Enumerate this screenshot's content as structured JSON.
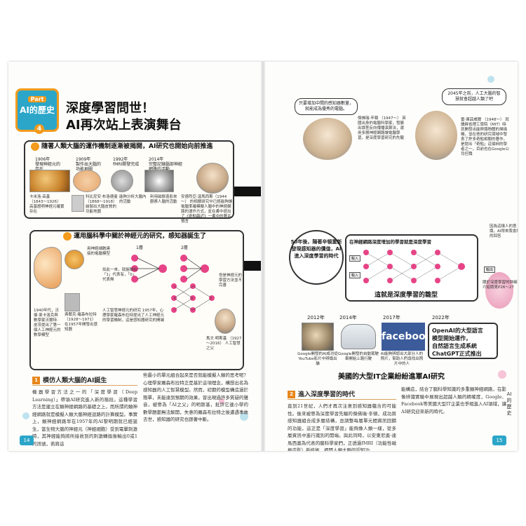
{
  "left": {
    "part_badge": {
      "label": "Part",
      "title": "AI的歷史",
      "num": "4"
    },
    "title_line1": "深度學習問世！",
    "title_line2": "AI再次站上表演舞台",
    "box1": {
      "heading": "隨著人類大腦的運作機制逐漸被揭開，AI研究也開始向前推進",
      "timeline": [
        {
          "year": "1906年",
          "text": "發現神經元的存在"
        },
        {
          "year": "1909年",
          "text": "製作出大腦的功能地圖"
        },
        {
          "year": "1992年",
          "text": "fMRI開發完成"
        },
        {
          "year": "2014年",
          "text": "完整記錄腦部神經網路的活動"
        }
      ],
      "cajal": "卡米洛·高基\n（1843～1926）\n\n高基證明神經元確實存在",
      "brodmann": "科比尼安·布洛德曼\n（1868～1918）\n繪製出大腦皮質的功能地圖",
      "fmri_cap": "能夠分析大腦內的活動",
      "fmri_note": "利用磁振造影來觀察人腦的活動",
      "kurzweil": "安德烈亞·溫馬西斯（1944～）\n的相關研究中已經能夠讓電腦準確模擬人腦中的神經網路的運作方式，並在書中提出了《奇點臨近》一書中的著名預言",
      "kurzweil_cap": "安德烈亞·溫馬西斯（1944～）"
    },
    "box2": {
      "heading": "運用腦科學中關於神經元的研究，感知器誕生了",
      "neuron_note": "用神經細胞連接的電腦模型",
      "mcculloch": "1940年代，沃倫·麥卡洛克與數學家沃爾特·皮茨提出了第一個人工神經元的數學模型",
      "rosenblatt": "弗蘭克·羅森布拉特\n（1928～1971）\n在1957年開發出感知器",
      "perceptron_steps": [
        "1層",
        "2層"
      ],
      "perceptron_note1": "如此一來，就能輸出「1」代表有，「0」代表無",
      "perceptron_note2": "人工智慧神經元的研究\n1957年，心理學家羅森布拉特提出了人工神經元的學習機制，這是感知器研究的開端",
      "minsky_note": "但是神經元的學習方法並不完善",
      "minsky": "馬文·明斯基\n（1927～2016）\n人工智慧之父"
    },
    "section": {
      "badge": "1",
      "heading": "模仿人類大腦的AI誕生",
      "col1": "機器學習方法之一的「深度學習（Deep Learning）」帶領AI研究進入新的階段。這種學習方法是建立在類神經網路的基礎之上，而所謂的類神經網路就是模擬人類大腦神經迴路的計算模型。事實上，類神經網路早在1957年的AI黎明期就已經誕生，當生物大腦的神經元（神經細胞）受到電擊刺激時，其神經能夠將所接收到的刺激轉換後輸出0或1的訊號，若將這",
      "col2": "些最小的單元組合起來是否就能模擬人類的思考呢？心理學家羅森布拉特正是基於這項理念，構想出名為感知器的人工智慧模型。然而，初期的模型構造過於簡單，未能達到預期的效果，曾出現過許多質疑的聲音，被譽為「AI之父」的明斯基，批評它連小學的數學題都無法解開，失意的羅森布拉特之後遭遇事故去世，感知器的研究也跟著中斷。"
    },
    "page_num": "14"
  },
  "right": {
    "hinton_speech": "只要增加中間的感知器數量，就能成為優秀的電腦。",
    "hinton_cap": "傑佛瑞·辛頓\n（1947～）\n英國出身的電腦科學家，發展出誤差反向傳播演算法，運用多層神經網路讓電腦學習，是深度學習研究的先驅",
    "kurzweil_speech": "2045年之前，人工大腦的智慧就會超越人類了吧",
    "kurzweil_cap": "雷·庫茲威爾\n（1948～）\n就讀麻省理工學院（MIT）時就開發出能辨識物體的掃描機，並在他的研究領域中發表了許多奇點相關的著作，是提出「奇點」這個詞的學者之一，目前也在Google公司任職",
    "circle_text": "50年後，陽著辛頓重新發現感知器的價值，AI進入深度學習的時代",
    "nn_title": "在神經網路深度增加的學習就是深度學習",
    "nn_input": "輸入",
    "nn_output": "輸出",
    "nn_sub": "這就是深度學習的雛型",
    "brain_note": "因為這樣人的意識，AI得來我會說的回答",
    "brain_note2": "關於深度學習的詳細介紹請見P26～27",
    "timeline": [
      {
        "year": "2012年",
        "cap": "Google開發的AI成功從YouTube影片中辨識出貓"
      },
      {
        "year": "2014年",
        "cap": "Google開發的自動駕駛車開始上路行駛"
      },
      {
        "year": "2017年",
        "cap": "AI能夠辨認出大部分人的照片，幫助人們尋找出照片中的人"
      },
      {
        "year": "2022年",
        "cap": "OpenAI的大型語言模型開始運作，自然語言生成系統ChatGPT正式推出"
      }
    ],
    "facebook_logo": "facebook",
    "openai_line1": "OpenAI的大型語言",
    "openai_line2": "模型開始運作，",
    "openai_line3": "自然語言生成系統",
    "openai_line4": "ChatGPT正式推出",
    "big_label": "美國的大型IT企業紛紛進軍AI研究",
    "section": {
      "badge": "2",
      "heading": "進入深度學習的時代",
      "col1": "直到21世紀，人們才再次注意到感知器蘊含的可能性。後來被譽為深度學習先驅的傑佛瑞·辛頓，成功將感知器組合成多層結構，並調整每層單元間資訊回饋的功能，這正是「深度學習」能夠像人類一樣，從多層資訊中進行識別的開端。與此同時，以安東尼奧·達馬西奧為代表的腦科學家們，正透過fMRI（功能性磁振造影）新技術，揭開人類大腦的認知功",
      "col2": "能構造，結合了腦科學知識的多重類神經網路，在影像辨識實驗中展現出超越人類的精確度，Google、Facebook等美國大型IT企業也爭相進入AI領域，讓AI研究迎來新的時代。"
    },
    "side_tab": "AI的歷史",
    "page_num": "15"
  },
  "colors": {
    "accent_orange": "#f29b1d",
    "accent_blue": "#2ba6c8",
    "node_pink": "#e64486",
    "facebook_blue": "#3b5b9a"
  }
}
